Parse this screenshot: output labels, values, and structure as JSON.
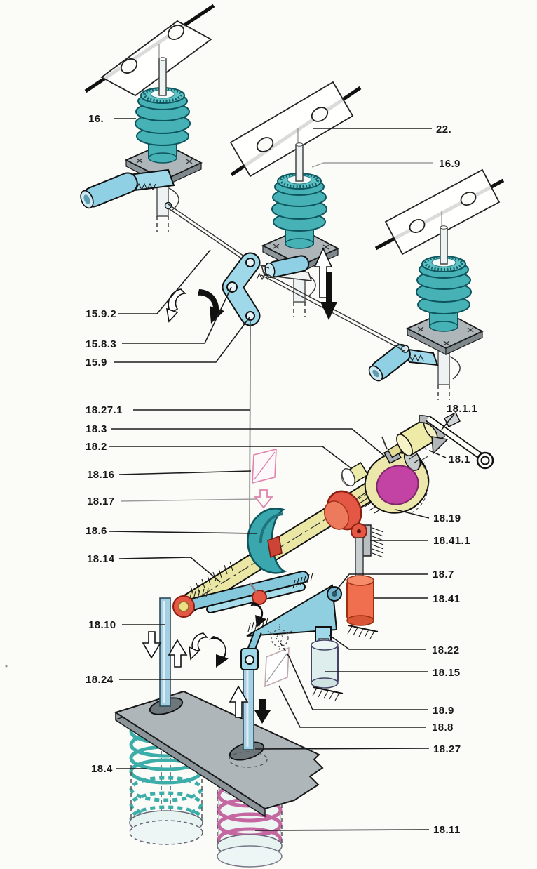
{
  "figure": {
    "callouts": [
      {
        "id": "16",
        "text": "16."
      },
      {
        "id": "22",
        "text": "22."
      },
      {
        "id": "16-9",
        "text": "16.9"
      },
      {
        "id": "15-9-2",
        "text": "15.9.2"
      },
      {
        "id": "15-8-3",
        "text": "15.8.3"
      },
      {
        "id": "15-9",
        "text": "15.9"
      },
      {
        "id": "18-27-1",
        "text": "18.27.1"
      },
      {
        "id": "18-3",
        "text": "18.3"
      },
      {
        "id": "18-2",
        "text": "18.2"
      },
      {
        "id": "18-16",
        "text": "18.16"
      },
      {
        "id": "18-17",
        "text": "18.17"
      },
      {
        "id": "18-6",
        "text": "18.6"
      },
      {
        "id": "18-14",
        "text": "18.14"
      },
      {
        "id": "18-10",
        "text": "18.10"
      },
      {
        "id": "18-24",
        "text": "18.24"
      },
      {
        "id": "18-4",
        "text": "18.4"
      },
      {
        "id": "18-1-1",
        "text": "18.1.1"
      },
      {
        "id": "18-1",
        "text": "18.1"
      },
      {
        "id": "18-19",
        "text": "18.19"
      },
      {
        "id": "18-41-1",
        "text": "18.41.1"
      },
      {
        "id": "18-7",
        "text": "18.7"
      },
      {
        "id": "18-41",
        "text": "18.41"
      },
      {
        "id": "18-22",
        "text": "18.22"
      },
      {
        "id": "18-15",
        "text": "18.15"
      },
      {
        "id": "18-9",
        "text": "18.9"
      },
      {
        "id": "18-8",
        "text": "18.8"
      },
      {
        "id": "18-27",
        "text": "18.27"
      },
      {
        "id": "18-11",
        "text": "18.11"
      }
    ],
    "palette": {
      "insulator_teal": "#46b2b6",
      "insulator_dark": "#0d545c",
      "lever_blue": "#9fd8e8",
      "rod_blue": "#a5cfe2",
      "shaft_yellow": "#eae6a4",
      "disc_magenta": "#c343a4",
      "hub_red": "#e45744",
      "cylinder_orange": "#ef6f4e",
      "damper_pale": "#ddeeec",
      "spring_teal": "#3cada9",
      "spring_pink": "#c568a2",
      "plate_grey": "#aeb6ba",
      "arrow_grey": "#b2b6b8",
      "accent_pink": "#e083ac",
      "line_black": "#1c1c1c"
    }
  }
}
